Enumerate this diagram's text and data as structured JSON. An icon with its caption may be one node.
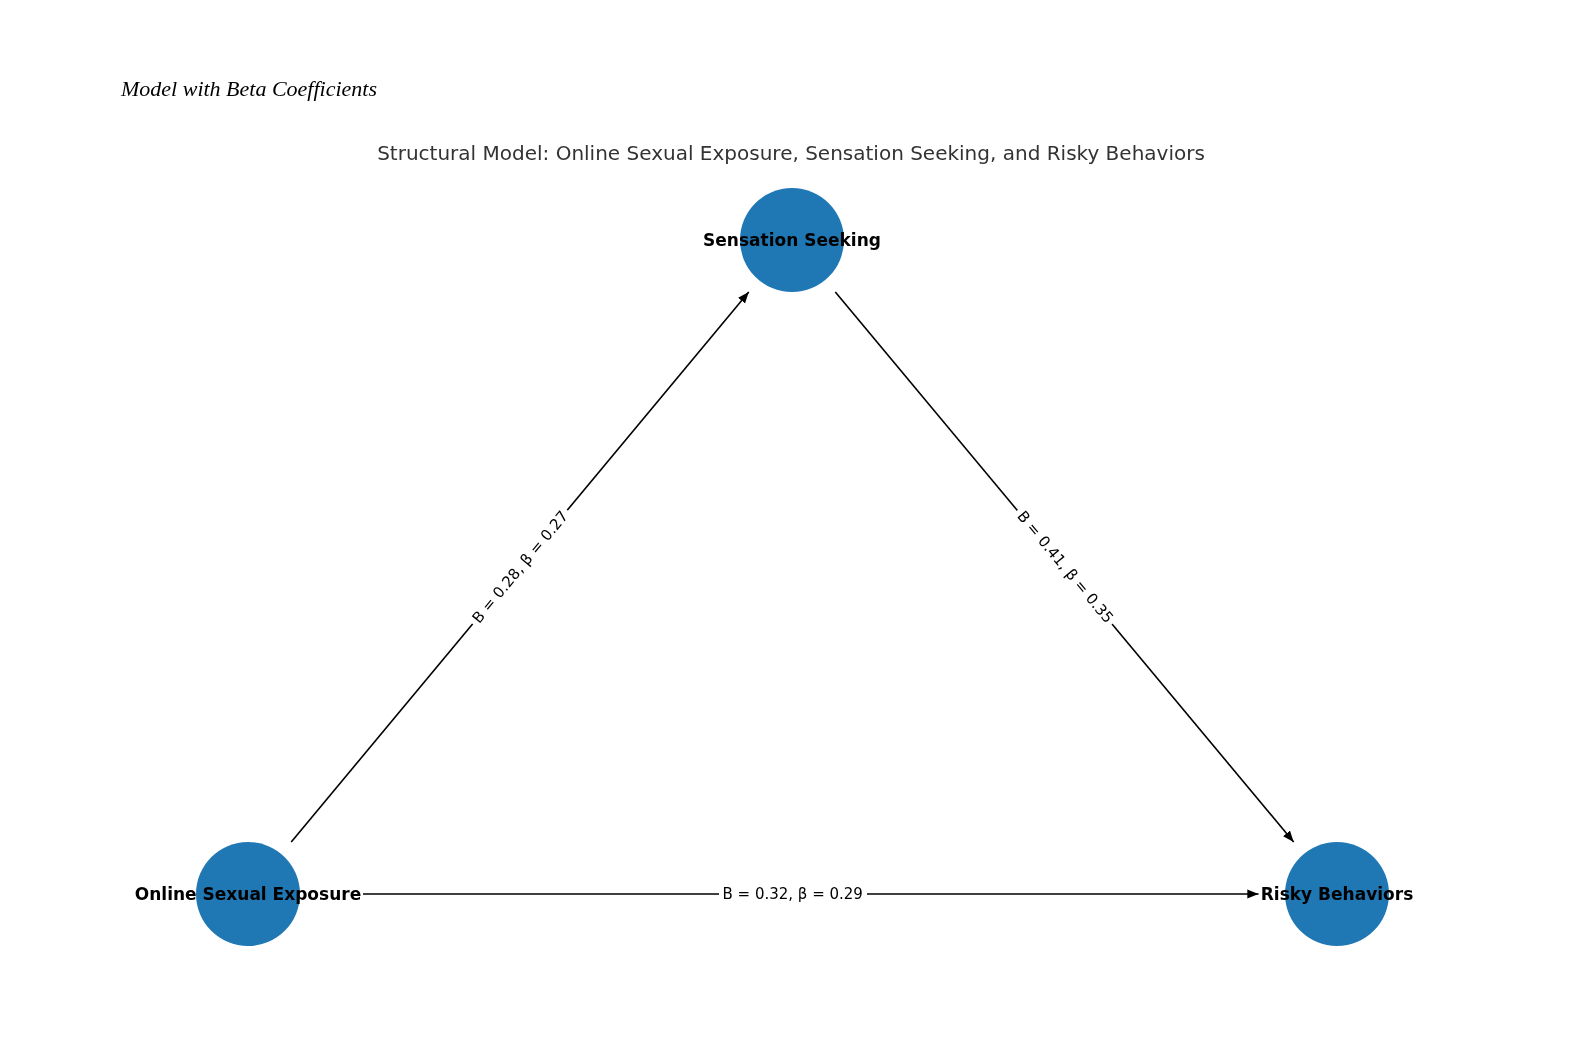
{
  "diagram": {
    "title": "Model with Beta Coefficients",
    "nodes": [
      {
        "text": [
          "Sensation Seeking"
        ]
      },
      {
        "text": [
          "Online Sexual Exposure"
        ]
      },
      {
        "text": [
          "Risky Behaviors"
        ]
      }
    ],
    "edges": [
      {
        "from": 1,
        "to": 0,
        "arrow": "to",
        "label": "B = 0.28, β = 0.27"
      },
      {
        "from": 0,
        "to": 2,
        "arrow": "to",
        "label": "B = 0.41, β = 0.35"
      },
      {
        "from": 1,
        "to": 2,
        "arrow": "to",
        "label": "B = 0.32, β = 0.29"
      }
    ],
    "labels": [
      "Structural Model: Online Sexual Exposure, Sensation Seeking, and Risky Behaviors"
    ]
  }
}
